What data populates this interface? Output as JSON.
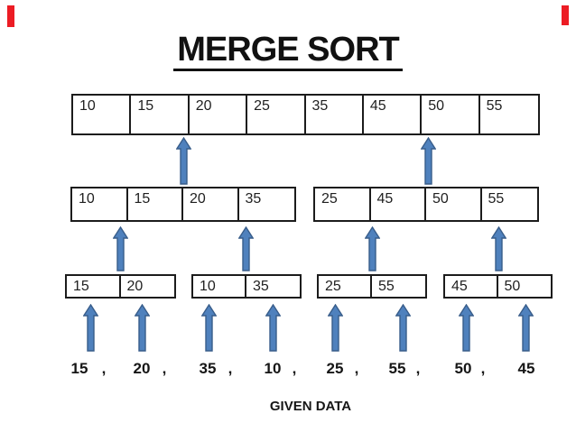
{
  "title": "MERGE SORT",
  "colors": {
    "arrow_fill": "#4f81bd",
    "arrow_stroke": "#385d8a",
    "red_marker": "#ec1c24"
  },
  "level1": {
    "cells": [
      "10",
      "15",
      "20",
      "25",
      "35",
      "45",
      "50",
      "55"
    ]
  },
  "level2": {
    "left": {
      "cells": [
        "10",
        "15",
        "20",
        "35"
      ]
    },
    "right": {
      "cells": [
        "25",
        "45",
        "50",
        "55"
      ]
    }
  },
  "level3": {
    "tables": [
      {
        "cells": [
          "15",
          "20"
        ]
      },
      {
        "cells": [
          "10",
          "35"
        ]
      },
      {
        "cells": [
          "25",
          "55"
        ]
      },
      {
        "cells": [
          "45",
          "50"
        ]
      }
    ]
  },
  "given_data": {
    "values": [
      "15",
      "20",
      "35",
      "10",
      "25",
      "55",
      "50",
      "45"
    ],
    "separator": ",",
    "label": "GIVEN DATA"
  }
}
